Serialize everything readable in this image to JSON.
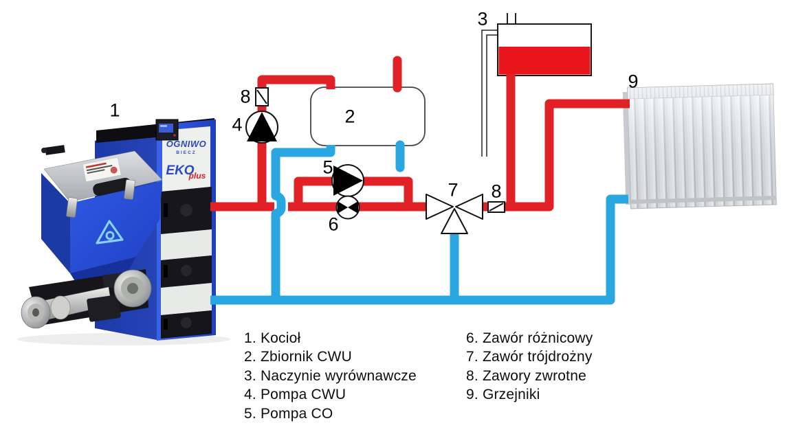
{
  "diagram": {
    "markers": {
      "boiler": "1",
      "tank_cwu": "2",
      "expansion_vessel": "3",
      "pump_cwu": "4",
      "pump_co": "5",
      "diff_valve": "6",
      "three_way_valve": "7",
      "check_valve_top": "8",
      "check_valve_right": "8",
      "radiators": "9"
    },
    "boiler_brand": {
      "name": "OGNIWO",
      "sub": "BIECZ",
      "model": "EKO",
      "model_suffix": "plus"
    },
    "colors": {
      "supply": "#e02227",
      "return": "#2aa7e0",
      "vessel_fluid": "#e8151b",
      "boiler_blue": "#2a52d8"
    }
  },
  "legend": {
    "col_left": [
      "1. Kocioł",
      "2. Zbiornik CWU",
      "3. Naczynie wyrównawcze",
      "4. Pompa CWU",
      "5. Pompa CO"
    ],
    "col_right": [
      "6. Zawór różnicowy",
      "7. Zawór trójdrożny",
      "8. Zawory zwrotne",
      "9. Grzejniki"
    ]
  }
}
